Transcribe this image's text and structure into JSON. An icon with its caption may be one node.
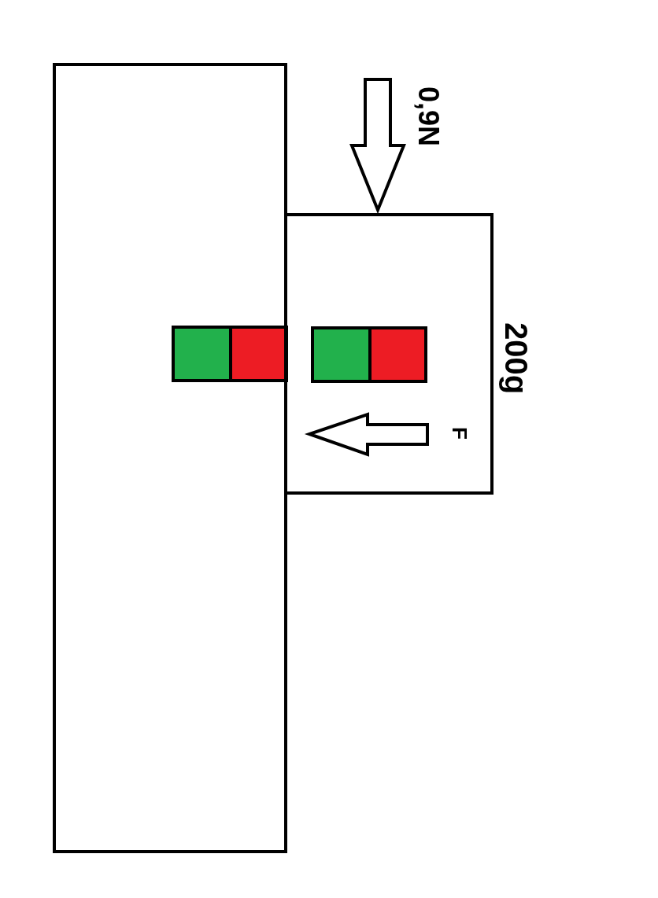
{
  "diagram": {
    "nodes": [
      {
        "text": [],
        "shape": "box"
      },
      {
        "text": [],
        "shape": "box",
        "beside": [
          "200g"
        ]
      }
    ],
    "labels": [
      "0,9N",
      "F"
    ]
  }
}
